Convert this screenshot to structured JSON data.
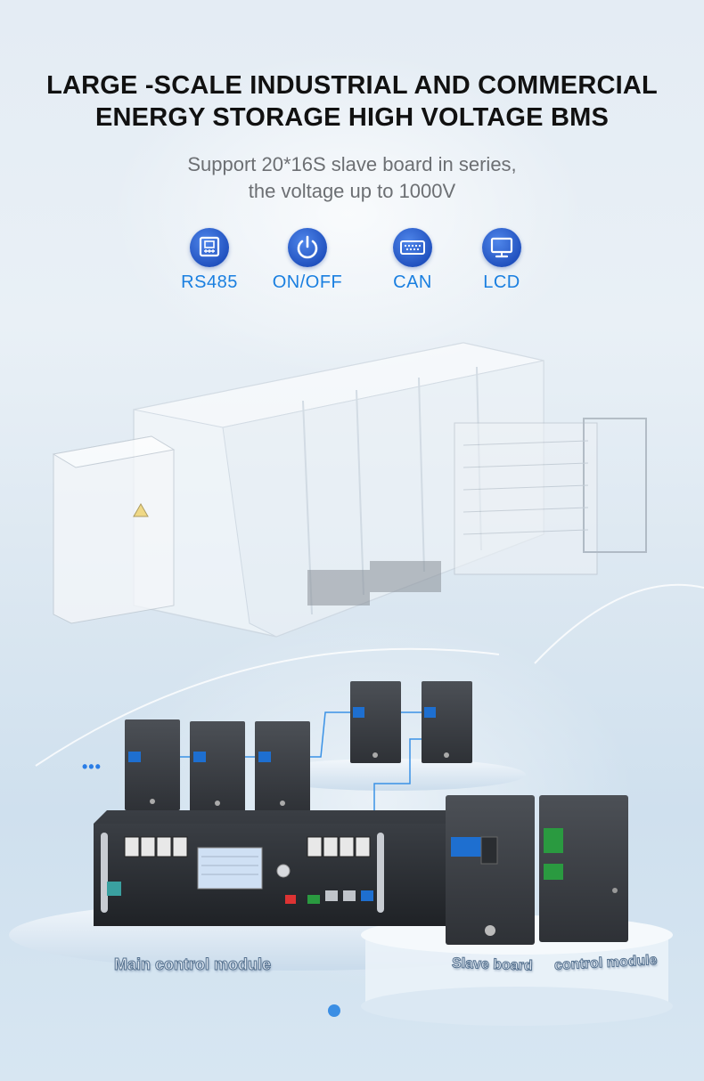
{
  "title": {
    "line1": "LARGE -SCALE INDUSTRIAL AND COMMERCIAL",
    "line2": "ENERGY STORAGE HIGH VOLTAGE BMS"
  },
  "subtitle": {
    "line1": "Support 20*16S slave board in series,",
    "line2": "the voltage  up to 1000V"
  },
  "features": [
    {
      "label": "RS485",
      "icon": "ethernet-port-icon"
    },
    {
      "label": "ON/OFF",
      "icon": "power-icon"
    },
    {
      "label": "CAN",
      "icon": "can-connector-icon"
    },
    {
      "label": "LCD",
      "icon": "monitor-icon"
    }
  ],
  "ellipsis": "•••",
  "captions": {
    "main": "Main control module",
    "slave": "Slave board",
    "control": "control module"
  },
  "colors": {
    "accent_blue": "#1a7fe0",
    "icon_blue": "#2a5fd0",
    "title": "#111111",
    "subtitle": "#6c6f73"
  }
}
